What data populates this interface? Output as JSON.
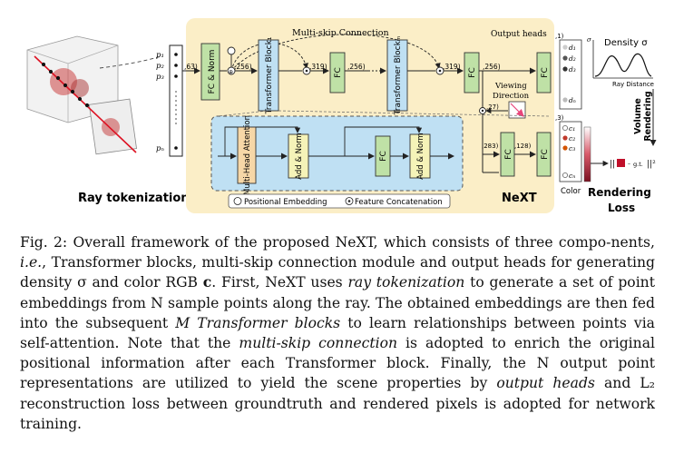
{
  "figure": {
    "ray_tokenization": "Ray tokenization",
    "points": [
      "p₁",
      "p₂",
      "p₃",
      "pₙ"
    ],
    "fc_norm": "FC & Norm",
    "dim_63": ",63)",
    "dim_256a": ",256)",
    "dim_319a": ",319)",
    "dim_256b": ",256)",
    "dim_319b": ",319)",
    "dim_256c": ",256)",
    "dim_27": ",27)",
    "dim_283": ",283)",
    "dim_128": ",128)",
    "dim_1": ",1)",
    "dim_3": ",3)",
    "multi_skip": "Multi-skip Connection",
    "transformer_block_1": "Transformer Block₁",
    "transformer_block_m": "Transformer Blockₘ",
    "fc": "FC",
    "output_heads": "Output heads",
    "viewing_direction": "Viewing Direction",
    "density_title": "Density σ",
    "sigma_axis": "σ",
    "ray_distance": "Ray Distance",
    "densities": [
      "d₁",
      "d₂",
      "d₃",
      "dₙ"
    ],
    "colors": [
      "c₁",
      "c₂",
      "c₃",
      "cₙ"
    ],
    "color_label": "Color",
    "volume_rendering": "Volume Rendering",
    "rendering_loss": "Rendering Loss",
    "gt": "g.t.",
    "multi_head_attention": "Multi-Head Attention",
    "add_norm": "Add & Norm",
    "positional_embedding": "Positional Embedding",
    "feature_concatenation": "Feature Concatenation",
    "next_label": "NeXT"
  },
  "caption": {
    "prefix": "Fig. 2: Overall framework of the proposed NeXT, which consists of three compo-nents, ",
    "ie": "i.e.",
    "p2": ", Transformer blocks, multi-skip connection module and output heads for generating density σ and color RGB ",
    "c_bold": "c",
    "p3": ". First, NeXT uses ",
    "ray_tok": "ray tokenization",
    "p4": " to generate a set of point embeddings from N sample points along the ray. The obtained embeddings are then fed into the subsequent ",
    "m_tb": "M Transformer blocks",
    "p5": " to learn relationships between points via self-attention. Note that the ",
    "multi_skip": "multi-skip connection",
    "p6": " is adopted to enrich the original positional information after each Transformer block. Finally, the N output point representations are utilized to yield the scene properties by ",
    "output_heads": "output heads",
    "p7": " and L₂ reconstruction loss between groundtruth and rendered pixels is adopted for network training."
  },
  "colors": {
    "yellow_bg": "#fbeec7",
    "blue_bg": "#bfe0f3",
    "green_box": "#bfe1a6",
    "attention_box": "#f6d7a7",
    "addnorm_box": "#f5f3b8",
    "pink_arrow": "#e8457a"
  }
}
